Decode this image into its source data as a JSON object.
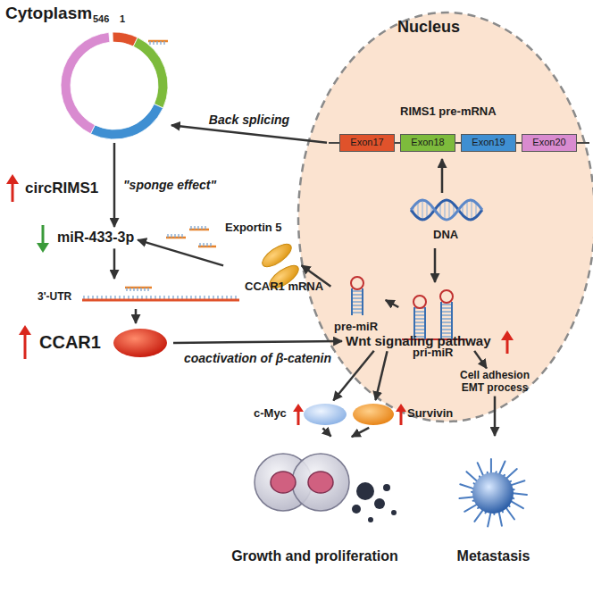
{
  "diagram": {
    "nodes": [
      {
        "text": [
          "Nucleus"
        ]
      },
      {
        "text": [
          "546",
          "1"
        ]
      },
      {
        "text": [
          "circRIMS1"
        ]
      },
      {
        "text": [
          "RIMS1 pre-mRNA"
        ],
        "in": 0
      },
      {
        "text": [
          "Exon17"
        ],
        "in": 3
      },
      {
        "text": [
          "Exon18"
        ],
        "in": 3
      },
      {
        "text": [
          "Exon19"
        ],
        "in": 3
      },
      {
        "text": [
          "Exon20"
        ],
        "in": 3
      },
      {
        "text": [
          "DNA"
        ],
        "in": 0
      },
      {
        "text": [
          "miR-433-3p"
        ]
      },
      {
        "text": [
          "Exportin 5"
        ]
      },
      {
        "text": [
          "pre-miR"
        ],
        "in": 0
      },
      {
        "text": [
          "pri-miR"
        ],
        "in": 0
      },
      {
        "text": [
          "3'-UTR",
          "CCAR1 mRNA"
        ]
      },
      {
        "text": [
          "CCAR1"
        ]
      },
      {
        "text": [
          "Wnt signaling pathway"
        ],
        "in": 0
      },
      {
        "text": [
          "c-Myc"
        ]
      },
      {
        "text": [
          "Survivin"
        ]
      },
      {
        "text": [
          "Cell adhesion EMT process"
        ]
      },
      {
        "text": [
          "Growth and proliferation"
        ]
      },
      {
        "text": [
          "Metastasis"
        ]
      }
    ],
    "edges": [
      {
        "from": 3,
        "to": 1,
        "arrow": "to",
        "label": "Back splicing"
      },
      {
        "from": 1,
        "to": 9,
        "arrow": "to",
        "label": "\"sponge effect\""
      },
      {
        "from": 8,
        "to": 3,
        "arrow": "to"
      },
      {
        "from": 8,
        "to": 12,
        "arrow": "to"
      },
      {
        "from": 12,
        "to": 11,
        "arrow": "to"
      },
      {
        "from": 11,
        "to": 10,
        "arrow": "to"
      },
      {
        "from": 10,
        "to": 9,
        "arrow": "to"
      },
      {
        "from": 9,
        "to": 13,
        "arrow": "to"
      },
      {
        "from": 13,
        "to": 14,
        "arrow": "to"
      },
      {
        "from": 14,
        "to": 15,
        "arrow": "to",
        "label": "coactivation of β-catenin"
      },
      {
        "from": 15,
        "to": 16,
        "arrow": "to"
      },
      {
        "from": 15,
        "to": 17,
        "arrow": "to"
      },
      {
        "from": 15,
        "to": 18,
        "arrow": "to"
      },
      {
        "from": 16,
        "to": 19,
        "arrow": "to"
      },
      {
        "from": 17,
        "to": 19,
        "arrow": "to"
      },
      {
        "from": 18,
        "to": 20,
        "arrow": "to"
      }
    ],
    "labels": [
      "Cytoplasm"
    ]
  }
}
